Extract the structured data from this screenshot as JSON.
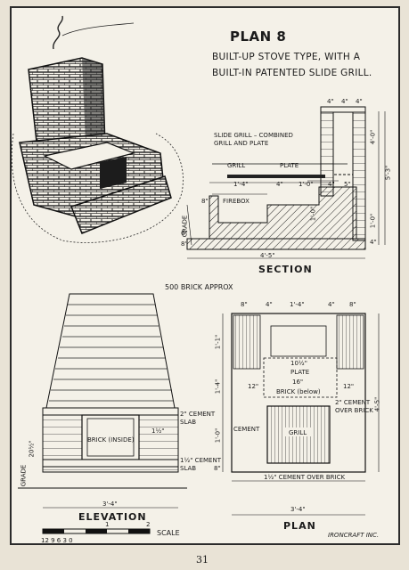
{
  "plan": {
    "title": "PLAN 8",
    "subtitle_line1": "BUILT-UP STOVE TYPE, WITH A",
    "subtitle_line2": "BUILT-IN PATENTED SLIDE GRILL."
  },
  "section": {
    "heading": "SECTION",
    "note": "SLIDE GRILL – COMBINED\nGRILL AND PLATE",
    "grill": "GRILL",
    "plate": "PLATE",
    "firebox": "FIREBOX",
    "grade": "GRADE",
    "dims": {
      "w_total": "4'-5\"",
      "h_total": "5'-3\"",
      "top_a": "4\"",
      "top_b": "4\"",
      "top_c": "4\"",
      "d_1_4": "1'-4\"",
      "d_4a": "4\"",
      "d_1_0": "1'-0\"",
      "d_4b": "4\"",
      "d_5": "5\"",
      "d_8": "8\"",
      "d_6": "6\"",
      "d_8b": "8\"",
      "h_4_0": "4'-0\"",
      "h_1_0": "1'-0\"",
      "h_1_0b": "1'-0\"",
      "h_4": "4\""
    }
  },
  "elevation": {
    "heading": "ELEVATION",
    "brick_count": "500 BRICK APPROX",
    "cement_slab": "2\" CEMENT\nSLAB",
    "cement_slab2": "1½\" CEMENT\nSLAB",
    "brick_inside": "BRICK (INSIDE)",
    "one_half": "1½\"",
    "h_20": "20½\"",
    "grade": "GRADE",
    "width": "3'-4\""
  },
  "scale": {
    "label": "SCALE",
    "numbers": "12 9 6 3 0",
    "tick1": "1",
    "tick2": "2"
  },
  "plan_view": {
    "heading": "PLAN",
    "plate": "PLATE",
    "plate_w": "10½\"",
    "d_16": "16\"",
    "brick_below": "BRICK (below)",
    "d_12a": "12\"",
    "d_12b": "12\"",
    "cement_over": "2\" CEMENT\nOVER BRICK",
    "cement": "CEMENT",
    "grill": "GRILL",
    "cement_bottom": "1½\" CEMENT OVER BRICK",
    "top_dims": [
      "8\"",
      "4\"",
      "1'-4\"",
      "4\"",
      "8\""
    ],
    "left_dims": [
      "1'-1\"",
      "1'-4\"",
      "1'-0\"",
      "8\""
    ],
    "h_total": "4'-5\"",
    "w_total": "3'-4\""
  },
  "maker": "IRONCRAFT INC.",
  "page_number": "31"
}
